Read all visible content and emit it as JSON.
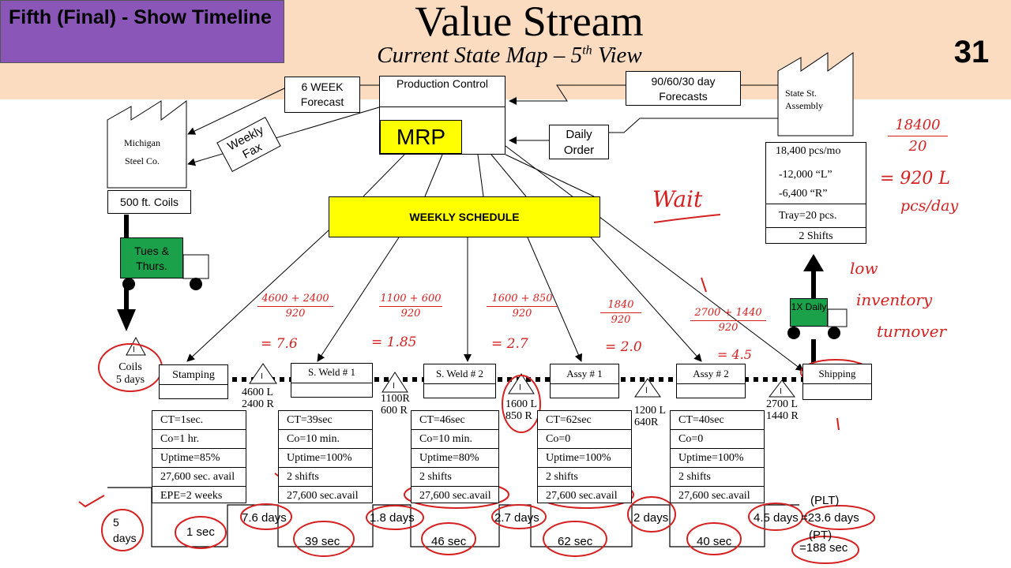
{
  "header": {
    "tag": "Fifth (Final) - Show Timeline",
    "title": "Value Stream",
    "subtitle_main": "Current State Map – 5",
    "subtitle_sup": "th",
    "subtitle_end": " View",
    "slide_number": "31"
  },
  "control": {
    "forecast6": "6 WEEK Forecast",
    "production_control": "Production Control",
    "mrp": "MRP",
    "forecast_90": "90/60/30 day Forecasts",
    "daily_order": "Daily Order",
    "weekly_fax": "Weekly Fax",
    "weekly_schedule": "WEEKLY SCHEDULE"
  },
  "supplier": {
    "name1": "Michigan",
    "name2": "Steel Co.",
    "coils": "500 ft. Coils",
    "truck": "Tues & Thurs."
  },
  "customer": {
    "name1": "State St.",
    "name2": "Assembly",
    "demand": [
      "18,400 pcs/mo",
      "-12,000 “L”",
      "-6,400 “R”",
      "Tray=20 pcs.",
      "2 Shifts"
    ],
    "truck": "1X Daily"
  },
  "processes": [
    {
      "name": "Stamping",
      "data": [
        "CT=1sec.",
        "Co=1 hr.",
        "Uptime=85%",
        "27,600 sec. avail",
        "EPE=2 weeks"
      ]
    },
    {
      "name": "S. Weld # 1",
      "data": [
        "CT=39sec",
        "Co=10 min.",
        "Uptime=100%",
        "2 shifts",
        "27,600 sec.avail"
      ]
    },
    {
      "name": "S. Weld # 2",
      "data": [
        "CT=46sec",
        "Co=10 min.",
        "Uptime=80%",
        "2 shifts",
        "27,600 sec.avail"
      ]
    },
    {
      "name": "Assy # 1",
      "data": [
        "CT=62sec",
        "Co=0",
        "Uptime=100%",
        "2 shifts",
        "27,600 sec.avail"
      ]
    },
    {
      "name": "Assy # 2",
      "data": [
        "CT=40sec",
        "Co=0",
        "Uptime=100%",
        "2 shifts",
        "27,600 sec.avail"
      ]
    }
  ],
  "shipping": "Shipping",
  "inventory": {
    "i": "I",
    "coils": "Coils",
    "coils_days": "5 days",
    "inv1a": "4600 L",
    "inv1b": "2400 R",
    "inv2a": "1100R",
    "inv2b": "600 R",
    "inv3a": "1600 L",
    "inv3b": "850 R",
    "inv4a": "1200 L",
    "inv4b": "640R",
    "inv5a": "2700 L",
    "inv5b": "1440 R"
  },
  "timeline": {
    "days": [
      "5 days",
      "7.6 days",
      "1.8 days",
      "2.7 days",
      "2 days",
      "4.5 days"
    ],
    "times": [
      "1 sec",
      "39 sec",
      "46 sec",
      "62 sec",
      "40 sec"
    ],
    "plt_label": "(PLT)",
    "plt_value": "=23.6 days",
    "pt_label": "(PT)",
    "pt_value": "=188 sec"
  },
  "annotations": {
    "calc1_top": "4600 + 2400",
    "calc1_bot": "920",
    "calc1_res": "= 7.6",
    "calc2_top": "1100 + 600",
    "calc2_bot": "920",
    "calc2_res": "= 1.85",
    "calc3_top": "1600 + 850",
    "calc3_bot": "920",
    "calc3_res": "= 2.7",
    "calc4_top": "1840",
    "calc4_bot": "920",
    "calc4_res": "= 2.0",
    "calc5_top": "2700 + 1440",
    "calc5_bot": "920",
    "calc5_res": "= 4.5",
    "demand_top": "18400",
    "demand_bot": "20",
    "demand_res": "= 920 L",
    "demand_unit": "pcs/day",
    "wait": "Wait",
    "note": [
      "low",
      "inventory",
      "turnover"
    ]
  },
  "colors": {
    "band": "#fbdcc0",
    "tag": "#8a57b8",
    "mrp": "#ffff00",
    "schedule": "#ffff00",
    "truck": "#1aa14a",
    "ink": "#d62020"
  }
}
